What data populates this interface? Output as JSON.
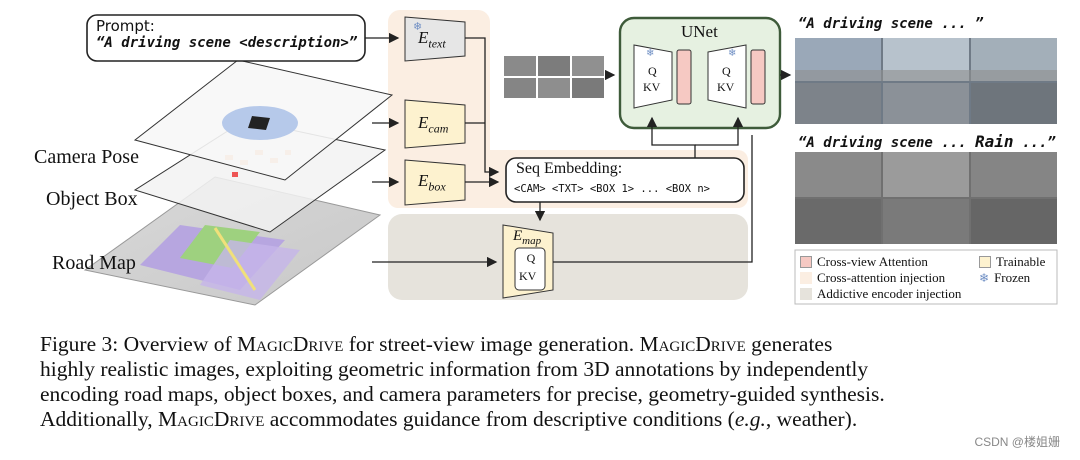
{
  "prompt_box": {
    "label": "Prompt:",
    "text": "“A driving scene <description>”"
  },
  "left_labels": {
    "camera_pose": "Camera Pose",
    "object_box": "Object Box",
    "road_map": "Road Map"
  },
  "encoders": {
    "text": {
      "base": "E",
      "sub": "text"
    },
    "cam": {
      "base": "E",
      "sub": "cam"
    },
    "box": {
      "base": "E",
      "sub": "box"
    },
    "map": {
      "base": "E",
      "sub": "map",
      "q": "Q",
      "kv": "KV"
    }
  },
  "seq_embedding": {
    "title": "Seq Embedding:",
    "tokens": "<CAM> <TXT> <BOX 1> ... <BOX n>"
  },
  "unet": {
    "title": "UNet",
    "q": "Q",
    "kv": "KV"
  },
  "outputs": {
    "top_caption": "“A driving scene ... ”",
    "bottom_caption_prefix": "“A driving scene ... ",
    "bottom_caption_emph": "Rain",
    "bottom_caption_suffix": " ...”"
  },
  "legend": {
    "cross_view": "Cross-view Attention",
    "trainable": "Trainable",
    "cross_injection": "Cross-attention injection",
    "frozen": "Frozen",
    "additive": "Addictive encoder injection"
  },
  "colors": {
    "cross_attention_bg": "#fbeee2",
    "additive_bg": "#e6e3dc",
    "unet_bg": "#e6f1e1",
    "unet_border": "#3e5b3a",
    "trainable": "#fdf2cf",
    "cross_view": "#f6c9c3",
    "frozen_icon": "#9fb7d8"
  },
  "caption": {
    "line1_a": "Figure 3: Overview of ",
    "brand": "MagicDrive",
    "line1_b": " for street-view image generation. ",
    "line1_c": " generates",
    "line2": "highly realistic images, exploiting geometric information from 3D annotations by independently",
    "line3": "encoding road maps, object boxes, and camera parameters for precise, geometry-guided synthesis.",
    "line4_a": "Additionally, ",
    "line4_b": " accommodates guidance from descriptive conditions (",
    "line4_eg": "e.g.",
    "line4_c": ", weather)."
  },
  "watermark": "CSDN @楼姐姗"
}
